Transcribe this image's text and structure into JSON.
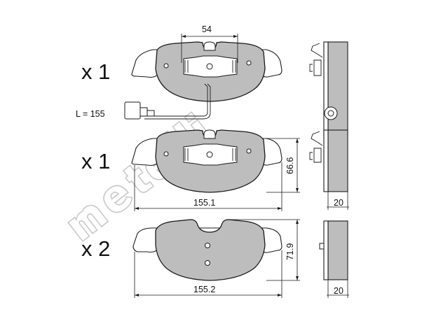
{
  "quantities": {
    "pad_1": "x 1",
    "pad_2": "x 1",
    "pad_3": "x 2"
  },
  "dimensions": {
    "sensor_spacing": "54",
    "wire_length": "L = 155",
    "height_1": "66.6",
    "width_1": "155.1",
    "thickness_1": "20",
    "height_2": "71.9",
    "width_2": "155.2",
    "thickness_2": "20"
  },
  "watermark": {
    "text": "metelli"
  },
  "colors": {
    "pad_fill": "#bdbdbd",
    "line": "#1a1a1a",
    "watermark": "#c9c9c9"
  }
}
